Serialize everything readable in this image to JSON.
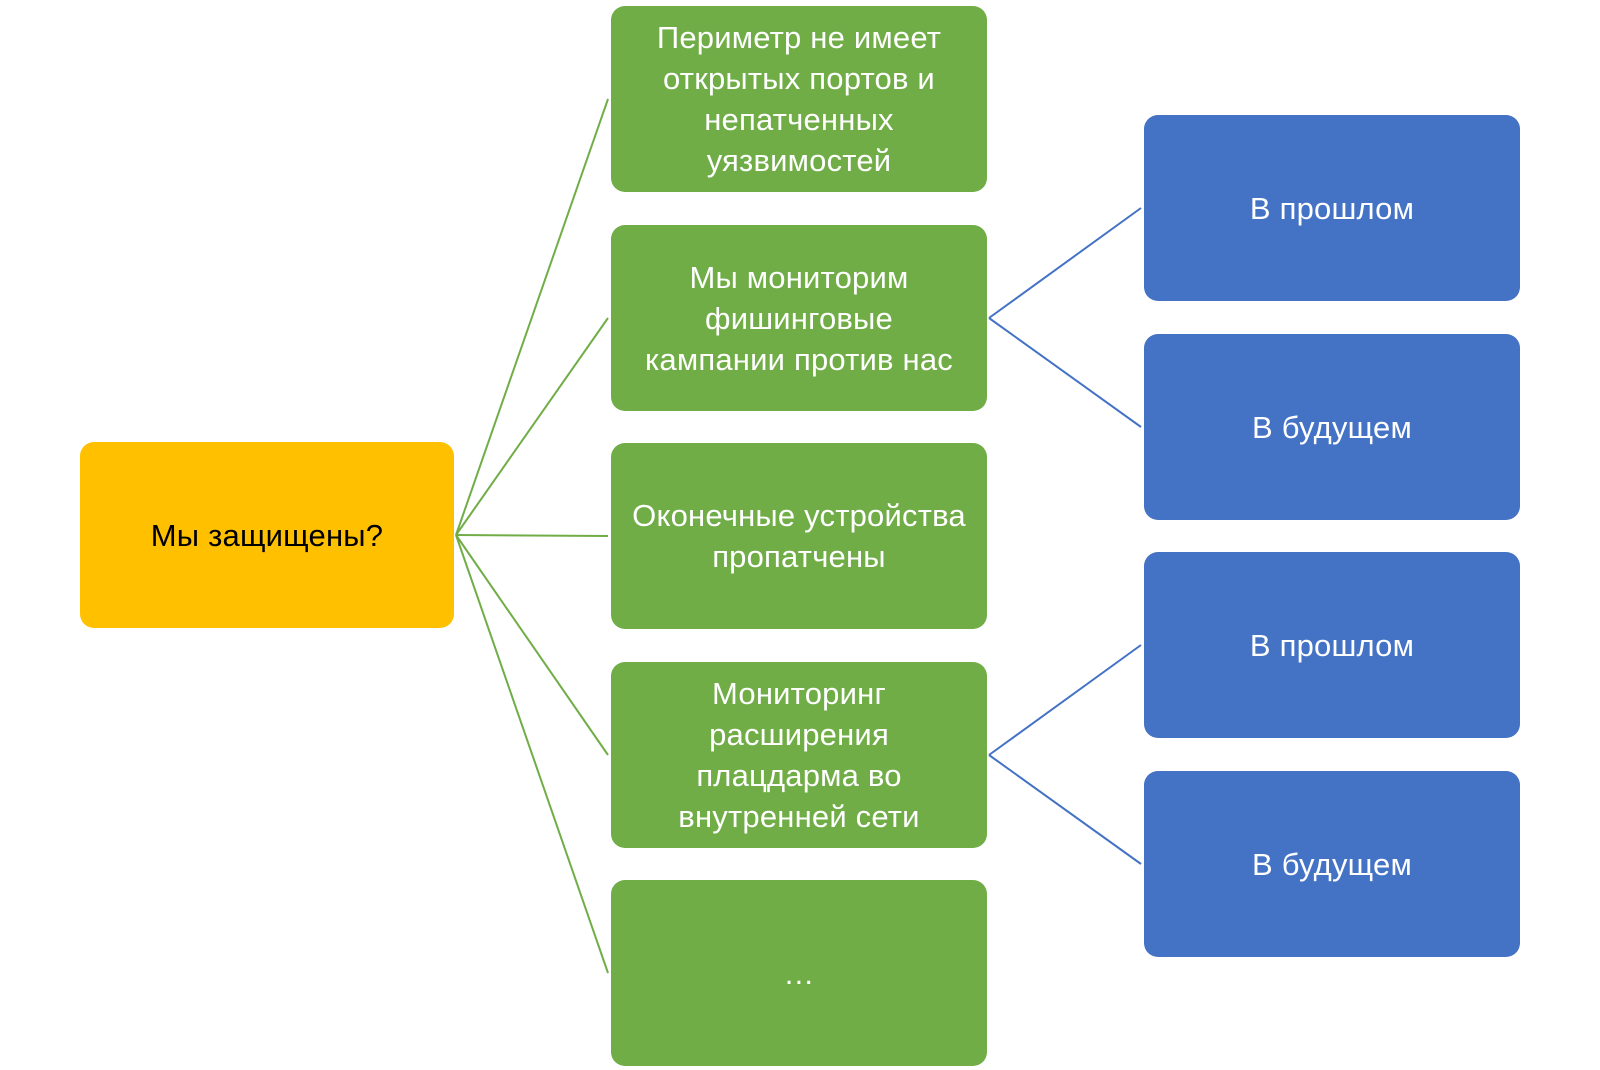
{
  "colors": {
    "root_fill": "#FFC000",
    "branch_fill": "#70AD47",
    "leaf_fill": "#4472C4",
    "branch_line": "#70AD47",
    "leaf_line": "#4472C4"
  },
  "diagram": {
    "root": {
      "label": "Мы защищены?"
    },
    "branches": [
      {
        "label": "Периметр не имеет\nоткрытых портов и\nнепатченных\nуязвимостей"
      },
      {
        "label": "Мы мониторим\nфишинговые\nкампании против нас"
      },
      {
        "label": "Оконечные устройства\nпропатчены"
      },
      {
        "label": "Мониторинг\nрасширения\nплацдарма во\nвнутренней сети"
      },
      {
        "label": "…"
      }
    ],
    "leaves": [
      {
        "label": "В прошлом",
        "parent": 1
      },
      {
        "label": "В будущем",
        "parent": 1
      },
      {
        "label": "В прошлом",
        "parent": 3
      },
      {
        "label": "В будущем",
        "parent": 3
      }
    ]
  }
}
